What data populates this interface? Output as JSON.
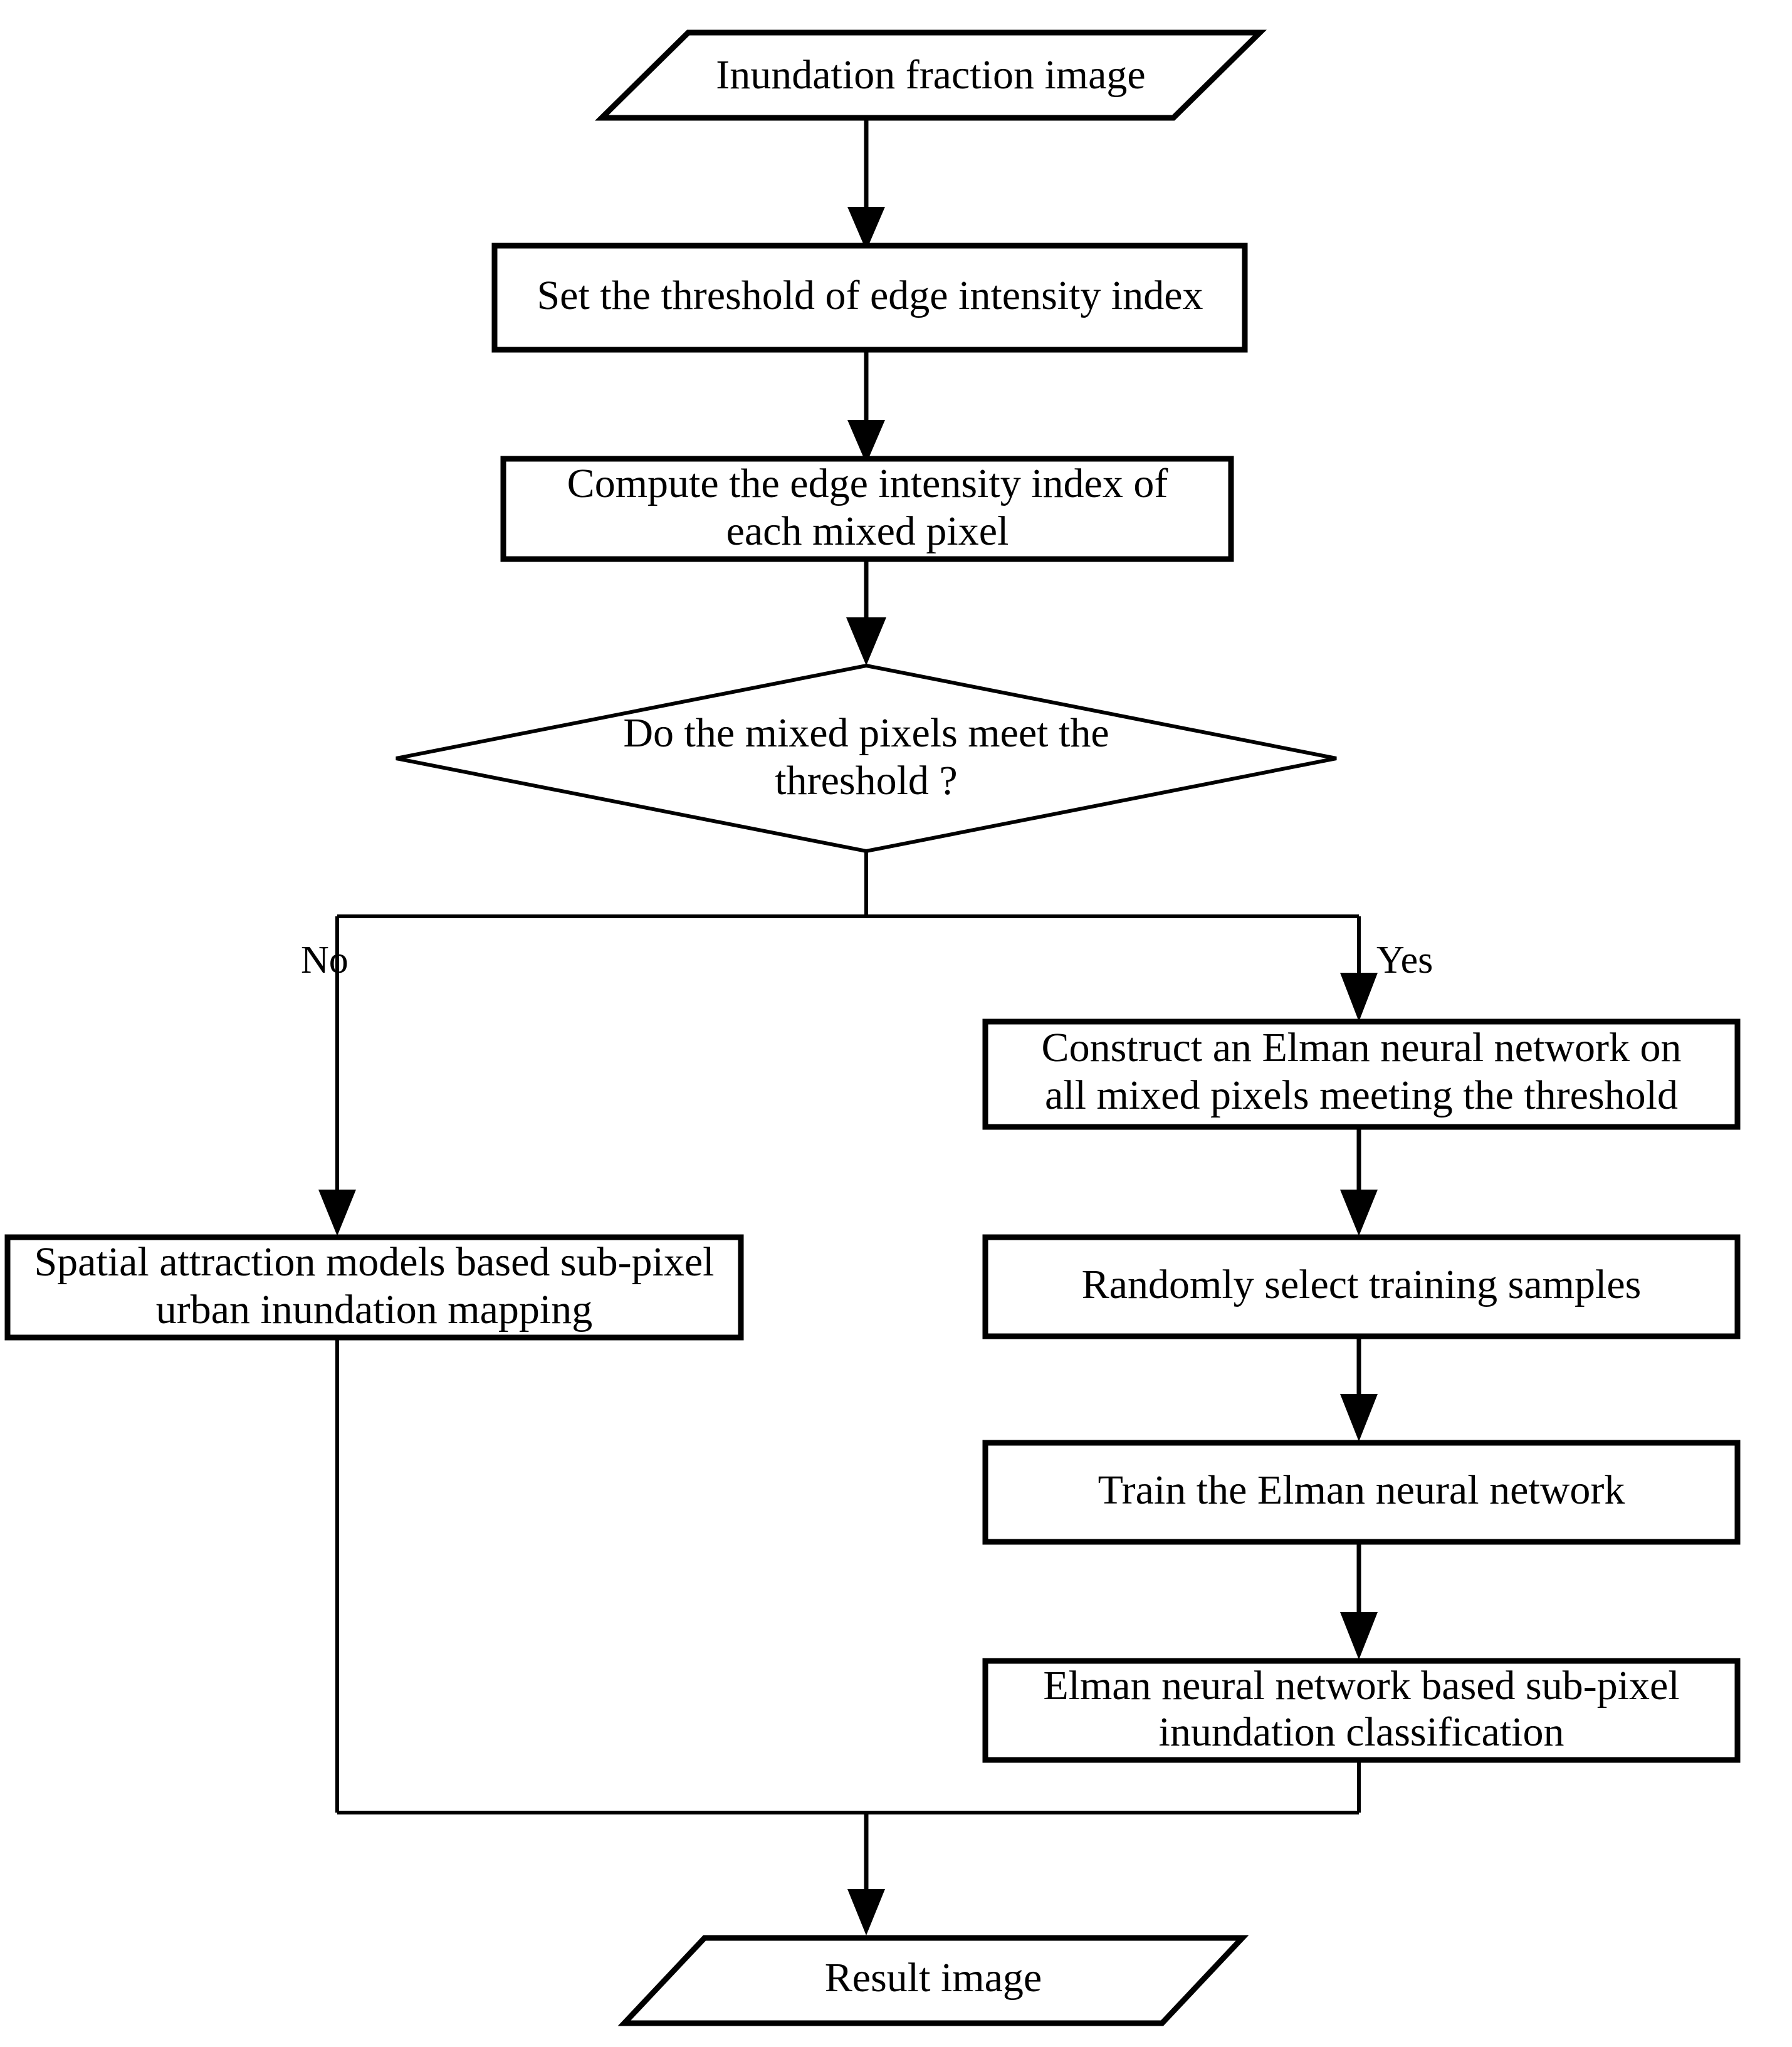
{
  "diagram": {
    "title": "Sub-pixel urban inundation mapping workflow",
    "type": "flowchart",
    "orientation": "top-to-bottom",
    "colors": {
      "stroke": "#000000",
      "fill": "#ffffff",
      "text": "#000000"
    },
    "nodes": [
      {
        "id": "input",
        "shape": "parallelogram",
        "role": "input",
        "lines": [
          "Inundation fraction image"
        ]
      },
      {
        "id": "set-threshold",
        "shape": "rectangle",
        "role": "process",
        "lines": [
          "Set the threshold of edge intensity index"
        ]
      },
      {
        "id": "compute-index",
        "shape": "rectangle",
        "role": "process",
        "lines": [
          "Compute the edge intensity index of",
          "each mixed pixel"
        ]
      },
      {
        "id": "decision-threshold",
        "shape": "diamond",
        "role": "decision",
        "lines": [
          "Do the mixed pixels meet the",
          "threshold ?"
        ]
      },
      {
        "id": "spatial-attraction",
        "shape": "rectangle",
        "role": "process",
        "lines": [
          "Spatial attraction models based sub-pixel",
          "urban inundation mapping"
        ]
      },
      {
        "id": "construct-elman",
        "shape": "rectangle",
        "role": "process",
        "lines": [
          "Construct an Elman neural network on",
          "all mixed pixels meeting the threshold"
        ]
      },
      {
        "id": "select-samples",
        "shape": "rectangle",
        "role": "process",
        "lines": [
          "Randomly select training samples"
        ]
      },
      {
        "id": "train-network",
        "shape": "rectangle",
        "role": "process",
        "lines": [
          "Train the Elman neural network"
        ]
      },
      {
        "id": "classify",
        "shape": "rectangle",
        "role": "process",
        "lines": [
          "Elman neural network based sub-pixel",
          "inundation classification"
        ]
      },
      {
        "id": "output",
        "shape": "parallelogram",
        "role": "output",
        "lines": [
          "Result image"
        ]
      }
    ],
    "edges": [
      {
        "id": "e1",
        "from": "input",
        "to": "set-threshold",
        "label": ""
      },
      {
        "id": "e2",
        "from": "set-threshold",
        "to": "compute-index",
        "label": ""
      },
      {
        "id": "e3",
        "from": "compute-index",
        "to": "decision-threshold",
        "label": ""
      },
      {
        "id": "e4",
        "from": "decision-threshold",
        "to": "spatial-attraction",
        "label": "No"
      },
      {
        "id": "e5",
        "from": "decision-threshold",
        "to": "construct-elman",
        "label": "Yes"
      },
      {
        "id": "e6",
        "from": "construct-elman",
        "to": "select-samples",
        "label": ""
      },
      {
        "id": "e7",
        "from": "select-samples",
        "to": "train-network",
        "label": ""
      },
      {
        "id": "e8",
        "from": "train-network",
        "to": "classify",
        "label": ""
      },
      {
        "id": "e9",
        "from": "spatial-attraction",
        "to": "output",
        "label": ""
      },
      {
        "id": "e10",
        "from": "classify",
        "to": "output",
        "label": ""
      }
    ],
    "edge_labels": {
      "no": "No",
      "yes": "Yes"
    }
  }
}
